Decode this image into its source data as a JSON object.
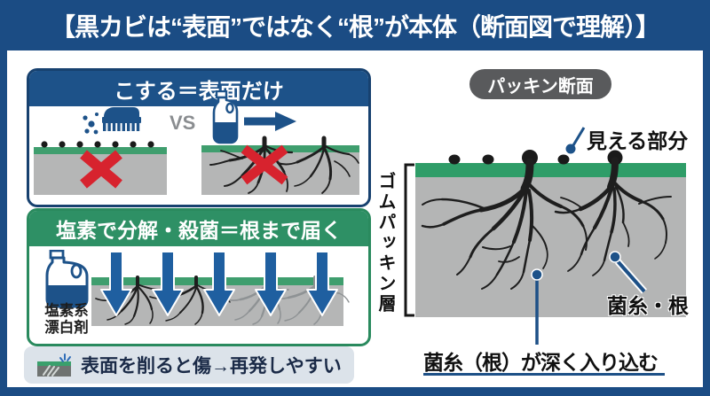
{
  "banner": {
    "title": "【黒カビは“表面”ではなく“根”が本体（断面図で理解）】"
  },
  "left": {
    "scrub_panel": {
      "header": "こする＝表面だけ",
      "vs": "VS"
    },
    "bleach_panel": {
      "header": "塩素で分解・殺菌＝根まで届く",
      "bottle_label": [
        "塩素系",
        "漂白剤"
      ]
    },
    "note": {
      "text": "表面を削ると傷→再発しやすい"
    }
  },
  "right": {
    "badge": "パッキン断面",
    "visible_label": "見える部分",
    "layer_label": "ゴムパッキン層",
    "hyphae_label": "菌糸・根",
    "caption": "菌糸（根）が深く入り込む"
  },
  "colors": {
    "frame_blue": "#1b4c84",
    "panel_blue_border": "#17416f",
    "header_blue": "#1d5289",
    "header_green": "#2e9065",
    "surface_green": "#3f9e6e",
    "surface_gray": "#b5b6b6",
    "red_x": "#d7232e",
    "arrow_blue": "#1f5fa0",
    "vs_gray": "#8a8d90",
    "badge_gray": "#595a5c",
    "note_bg": "#dce3ea",
    "leader_blue": "#1d5087"
  }
}
